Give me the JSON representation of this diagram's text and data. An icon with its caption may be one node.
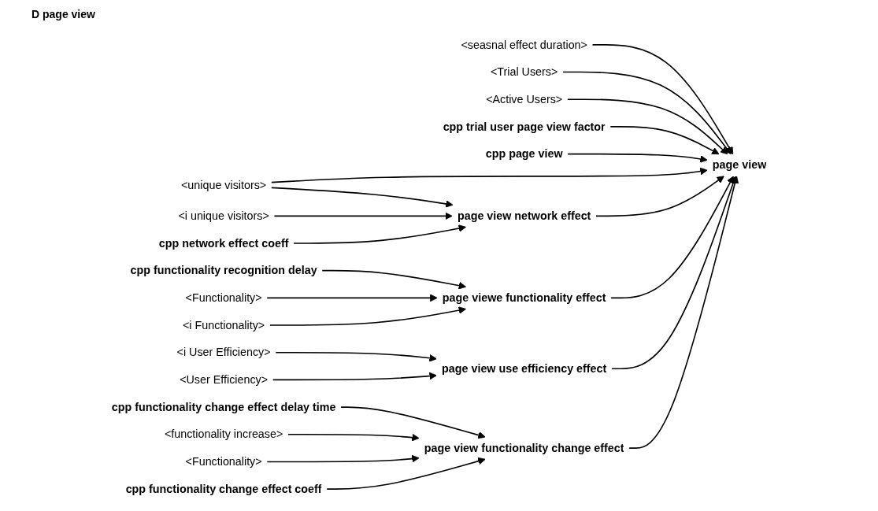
{
  "diagram": {
    "title": "D page view",
    "nodes": [
      {
        "text": [
          "<seasnal effect duration>"
        ]
      },
      {
        "text": [
          "<Trial Users>"
        ]
      },
      {
        "text": [
          "cpp trial user page view factor"
        ]
      },
      {
        "text": [
          "<Active Users>"
        ]
      },
      {
        "text": [
          "cpp page view"
        ]
      },
      {
        "text": [
          "cpp functionality change effect delay time"
        ]
      },
      {
        "text": [
          "page view"
        ]
      },
      {
        "text": [
          "<unique visitors>"
        ]
      },
      {
        "text": [
          "<functionality increase>"
        ]
      },
      {
        "text": [
          "page view functionality change effect"
        ]
      },
      {
        "text": [
          "<Functionality>"
        ]
      },
      {
        "text": [
          "<i unique visitors>"
        ]
      },
      {
        "text": [
          "page view network effect"
        ]
      },
      {
        "text": [
          "page view use efficiency effect"
        ]
      },
      {
        "text": [
          "cpp functionality change effect coeff"
        ]
      },
      {
        "text": [
          "cpp network effect coeff"
        ]
      },
      {
        "text": [
          "page viewe functionality effect"
        ]
      },
      {
        "text": [
          "<i User Efficiency>"
        ]
      },
      {
        "text": [
          "<User Efficiency>"
        ]
      },
      {
        "text": [
          "cpp functionality recognition delay"
        ]
      },
      {
        "text": [
          "<Functionality>"
        ]
      },
      {
        "text": [
          "<i Functionality>"
        ]
      }
    ],
    "edges": [
      {
        "from": 0,
        "to": 6,
        "arrow": "to"
      },
      {
        "from": 1,
        "to": 6,
        "arrow": "to"
      },
      {
        "from": 3,
        "to": 6,
        "arrow": "to"
      },
      {
        "from": 2,
        "to": 6,
        "arrow": "to"
      },
      {
        "from": 4,
        "to": 6,
        "arrow": "to"
      },
      {
        "from": 7,
        "to": 6,
        "arrow": "to"
      },
      {
        "from": 12,
        "to": 6,
        "arrow": "to"
      },
      {
        "from": 16,
        "to": 6,
        "arrow": "to"
      },
      {
        "from": 13,
        "to": 6,
        "arrow": "to"
      },
      {
        "from": 9,
        "to": 6,
        "arrow": "to"
      },
      {
        "from": 7,
        "to": 12,
        "arrow": "to"
      },
      {
        "from": 11,
        "to": 12,
        "arrow": "to"
      },
      {
        "from": 15,
        "to": 12,
        "arrow": "to"
      },
      {
        "from": 5,
        "to": 9,
        "arrow": "to"
      },
      {
        "from": 8,
        "to": 9,
        "arrow": "to"
      },
      {
        "from": 10,
        "to": 9,
        "arrow": "to"
      },
      {
        "from": 14,
        "to": 9,
        "arrow": "to"
      },
      {
        "from": 17,
        "to": 13,
        "arrow": "to"
      },
      {
        "from": 18,
        "to": 13,
        "arrow": "to"
      },
      {
        "from": 19,
        "to": 16,
        "arrow": "to"
      },
      {
        "from": 20,
        "to": 16,
        "arrow": "to"
      },
      {
        "from": 21,
        "to": 16,
        "arrow": "to"
      }
    ]
  }
}
